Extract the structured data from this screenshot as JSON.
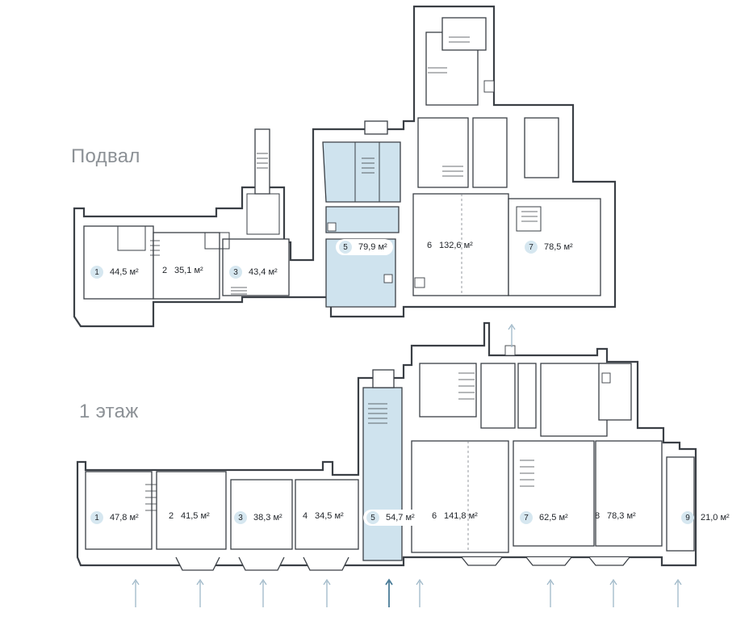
{
  "floors": [
    {
      "title": "Подвал",
      "rooms": [
        {
          "num": "1",
          "area": "44,5 м²",
          "badge": true
        },
        {
          "num": "2",
          "area": "35,1 м²",
          "badge": false
        },
        {
          "num": "3",
          "area": "43,4 м²",
          "badge": true
        },
        {
          "num": "5",
          "area": "79,9 м²",
          "badge": true,
          "highlighted": true
        },
        {
          "num": "6",
          "area": "132,6 м²",
          "badge": false
        },
        {
          "num": "7",
          "area": "78,5 м²",
          "badge": true
        }
      ]
    },
    {
      "title": "1 этаж",
      "rooms": [
        {
          "num": "1",
          "area": "47,8 м²",
          "badge": true
        },
        {
          "num": "2",
          "area": "41,5 м²",
          "badge": false
        },
        {
          "num": "3",
          "area": "38,3 м²",
          "badge": true
        },
        {
          "num": "4",
          "area": "34,5 м²",
          "badge": false
        },
        {
          "num": "5",
          "area": "54,7 м²",
          "badge": true,
          "highlighted": true
        },
        {
          "num": "6",
          "area": "141,8 м²",
          "badge": false
        },
        {
          "num": "7",
          "area": "62,5 м²",
          "badge": true
        },
        {
          "num": "8",
          "area": "78,3 м²",
          "badge": false
        },
        {
          "num": "9",
          "area": "21,0 м²",
          "badge": true
        }
      ]
    }
  ],
  "colors": {
    "highlight": "#cfe3ee",
    "badge": "#d6e7f0",
    "wall": "#3a3f45",
    "title": "#8c9196",
    "entry_arrow": "#9fb8c8"
  }
}
